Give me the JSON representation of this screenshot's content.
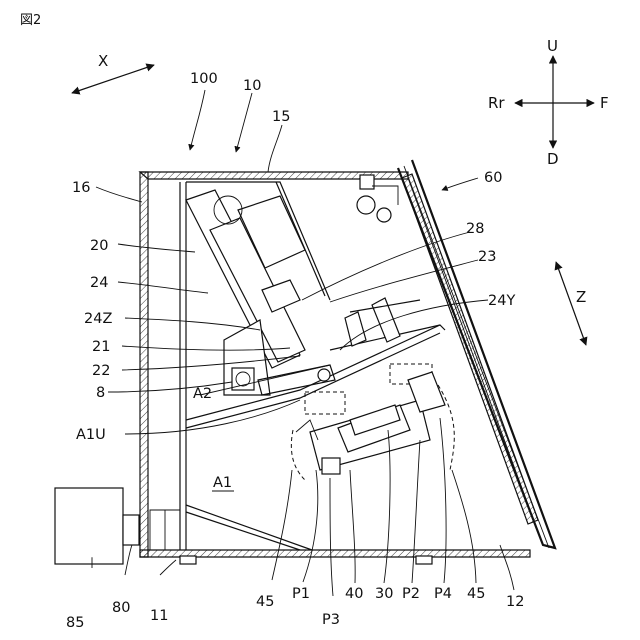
{
  "figure_label": "図2",
  "directions": {
    "up": "U",
    "down": "D",
    "rear": "Rr",
    "front": "F",
    "x": "X",
    "z": "Z"
  },
  "labels": {
    "l100": "100",
    "l10": "10",
    "l15": "15",
    "l16": "16",
    "l60": "60",
    "l20": "20",
    "l24": "24",
    "l28": "28",
    "l23": "23",
    "l24y": "24Y",
    "l24z": "24Z",
    "l21": "21",
    "l22": "22",
    "l8": "8",
    "a2": "A2",
    "a1u": "A1U",
    "a1": "A1",
    "l85": "85",
    "l80": "80",
    "l11": "11",
    "l45a": "45",
    "p1": "P1",
    "p3": "P3",
    "l40": "40",
    "l30": "30",
    "p2": "P2",
    "p4": "P4",
    "l45b": "45",
    "l12": "12"
  }
}
